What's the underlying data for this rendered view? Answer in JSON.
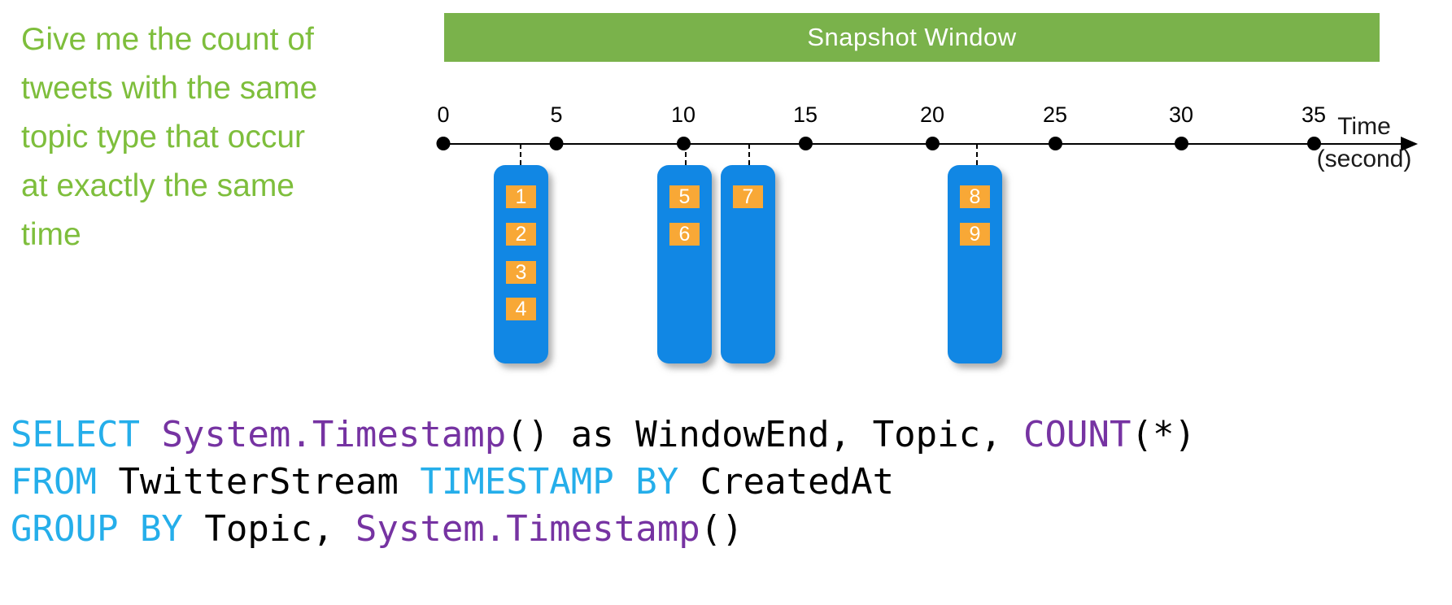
{
  "question": {
    "lines": [
      "Give me the count of",
      "tweets with the same",
      "topic type that occur",
      "at exactly the same",
      "time"
    ]
  },
  "banner": {
    "label": "Snapshot Window"
  },
  "timeline": {
    "tick_labels": [
      "0",
      "5",
      "10",
      "15",
      "20",
      "25",
      "30",
      "35"
    ],
    "axis_caption": [
      "Time",
      "(second)"
    ]
  },
  "groups": [
    {
      "events": [
        "1",
        "2",
        "3",
        "4"
      ]
    },
    {
      "events": [
        "5",
        "6"
      ]
    },
    {
      "events": [
        "7"
      ]
    },
    {
      "events": [
        "8",
        "9"
      ]
    }
  ],
  "code": {
    "lines": [
      {
        "segments": [
          {
            "text": "SELECT ",
            "style": "keyword"
          },
          {
            "text": "System.Timestamp",
            "style": "function"
          },
          {
            "text": "() as WindowEnd, Topic, ",
            "style": "plain"
          },
          {
            "text": "COUNT",
            "style": "function"
          },
          {
            "text": "(*)",
            "style": "plain"
          }
        ]
      },
      {
        "segments": [
          {
            "text": "FROM ",
            "style": "keyword"
          },
          {
            "text": "TwitterStream ",
            "style": "plain"
          },
          {
            "text": "TIMESTAMP BY ",
            "style": "keyword"
          },
          {
            "text": "CreatedAt",
            "style": "plain"
          }
        ]
      },
      {
        "segments": [
          {
            "text": "GROUP BY ",
            "style": "keyword"
          },
          {
            "text": "Topic, ",
            "style": "plain"
          },
          {
            "text": "System.Timestamp",
            "style": "function"
          },
          {
            "text": "()",
            "style": "plain"
          }
        ]
      }
    ]
  },
  "colors": {
    "question_green": "#7EBE3C",
    "banner_green": "#7AB24B",
    "event_blue": "#1187E4",
    "event_orange": "#F8A836",
    "code_keyword": "#25AEEA",
    "code_function": "#7633A2",
    "code_plain": "#000000",
    "axis_black": "#000000"
  }
}
